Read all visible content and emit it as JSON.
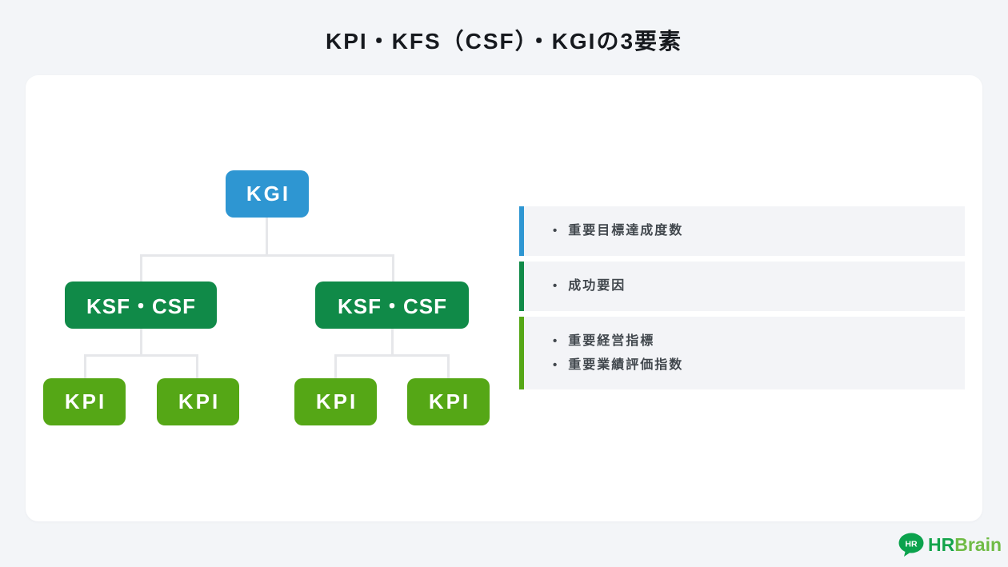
{
  "page": {
    "title": "KPI・KFS（CSF）・KGIの3要素",
    "background_color": "#f3f5f8",
    "card_color": "#ffffff"
  },
  "colors": {
    "kgi_blue": "#2e96d2",
    "ksf_green": "#108a48",
    "kpi_green": "#55a716",
    "connector_gray": "#e6e7ea",
    "legend_background": "#f3f4f7",
    "legend_text": "#41474d"
  },
  "diagram": {
    "bullet": "•",
    "nodes": {
      "kgi": "KGI",
      "ksf_left": "KSF・CSF",
      "ksf_right": "KSF・CSF",
      "kpi_1": "KPI",
      "kpi_2": "KPI",
      "kpi_3": "KPI",
      "kpi_4": "KPI"
    },
    "legend": [
      {
        "accent": "#2e96d2",
        "items": [
          "重要目標達成度数"
        ]
      },
      {
        "accent": "#108a48",
        "items": [
          "成功要因"
        ]
      },
      {
        "accent": "#55a716",
        "items": [
          "重要経営指標",
          "重要業績評価指数"
        ]
      }
    ]
  },
  "logo": {
    "bubble_text": "HR",
    "word_primary": "HR",
    "word_secondary": "Brain"
  }
}
